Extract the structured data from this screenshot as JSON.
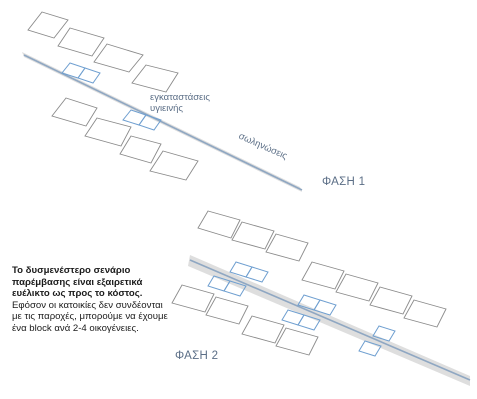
{
  "labels": {
    "sanitary_facilities": "εγκαταστάσεις υγιεινής",
    "pipes": "σωληνώσεις"
  },
  "phases": {
    "phase1": "ΦΑΣΗ 1",
    "phase2": "ΦΑΣΗ 2"
  },
  "note": {
    "bold": "Το δυσμενέστερο σενάριο παρέμβασης είναι εξαιρετικά ευέλικτο ως προς το κόστος.",
    "text": "Εφόσον οι κατοικίες δεν συνδέονται με τις παροχές, μπορούμε να έχουμε ένα block ανά 2-4 οικογένειες."
  },
  "colors": {
    "road_band": "#d9d9d9",
    "pipe_line": "#8fa7c2",
    "module_outline": "#8a8a8a",
    "sanitary_outline": "#6f9fd0",
    "label_text": "#5b6e86"
  }
}
